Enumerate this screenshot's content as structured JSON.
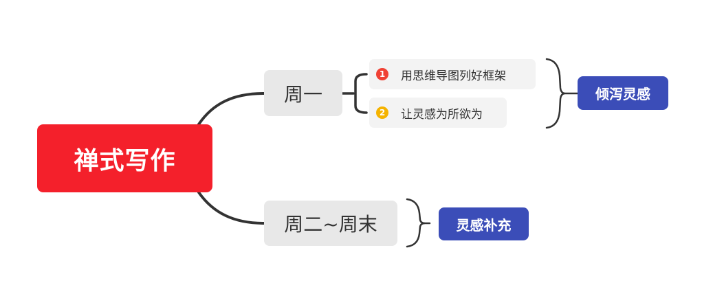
{
  "mindmap": {
    "root": {
      "label": "禅式写作",
      "color": "#f4202b"
    },
    "branches": [
      {
        "label": "周一",
        "items": [
          {
            "marker": "1",
            "marker_color": "#f04134",
            "label": "用思维导图列好框架"
          },
          {
            "marker": "2",
            "marker_color": "#f5b300",
            "label": "让灵感为所欲为"
          }
        ],
        "summary": "倾泻灵感"
      },
      {
        "label": "周二~周末",
        "items": [],
        "summary": "灵感补充"
      }
    ],
    "summary_color": "#3b4db8",
    "connector_color": "#333333"
  }
}
